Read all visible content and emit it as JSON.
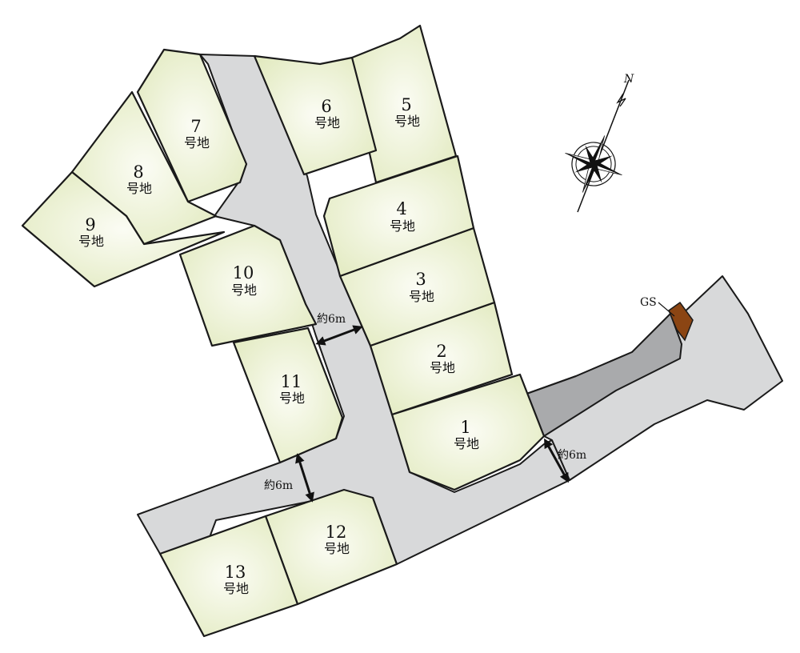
{
  "colors": {
    "lot_center": "#fbfcf4",
    "lot_edge": "#e3ebc4",
    "road": "#d8d9da",
    "road_dark": "#a9aaac",
    "gs": "#8b4513",
    "outline": "#1a1a1a"
  },
  "lot_suffix": "号地",
  "lots": [
    {
      "id": "1",
      "number": "1"
    },
    {
      "id": "2",
      "number": "2"
    },
    {
      "id": "3",
      "number": "3"
    },
    {
      "id": "4",
      "number": "4"
    },
    {
      "id": "5",
      "number": "5"
    },
    {
      "id": "6",
      "number": "6"
    },
    {
      "id": "7",
      "number": "7"
    },
    {
      "id": "8",
      "number": "8"
    },
    {
      "id": "9",
      "number": "9"
    },
    {
      "id": "10",
      "number": "10"
    },
    {
      "id": "11",
      "number": "11"
    },
    {
      "id": "12",
      "number": "12"
    },
    {
      "id": "13",
      "number": "13"
    }
  ],
  "road_widths": [
    "約6m",
    "約6m",
    "約6m"
  ],
  "gs_label": "GS",
  "compass": {
    "north_label": "N",
    "icon": "compass-rose-icon"
  }
}
